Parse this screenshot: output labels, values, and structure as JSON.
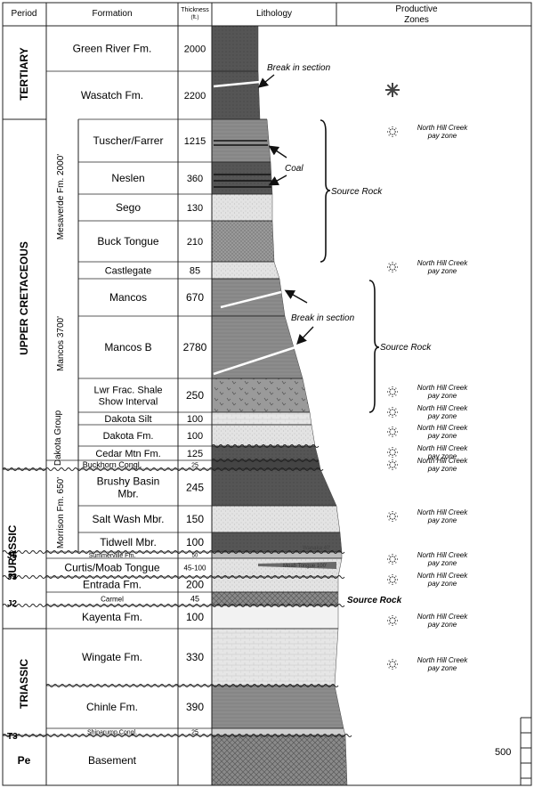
{
  "header": {
    "period": "Period",
    "formation": "Formation",
    "thickness_line1": "Thickness",
    "thickness_line2": "(ft.)",
    "lithology": "Lithology",
    "productive_line1": "Productive",
    "productive_line2": "Zones"
  },
  "periods": [
    {
      "label": "TERTIARY",
      "vertical": true
    },
    {
      "label": "UPPER CRETACEOUS",
      "vertical": true
    },
    {
      "label": "JURASSIC",
      "vertical": true
    },
    {
      "label": "TRIASSIC",
      "vertical": true
    },
    {
      "label": "Pe",
      "vertical": false
    }
  ],
  "groups": [
    {
      "label": "Mesaverde Fm. 2000'"
    },
    {
      "label": "Mancos 3700'"
    },
    {
      "label": "Dakota Group"
    },
    {
      "label": "Morrison Fm. 650'"
    }
  ],
  "unconformities": [
    "J5",
    "J3",
    "J2",
    "T3"
  ],
  "formations": [
    {
      "name": "Green River Fm.",
      "thickness": "2000"
    },
    {
      "name": "Wasatch Fm.",
      "thickness": "2200"
    },
    {
      "name": "Tuscher/Farrer",
      "thickness": "1215"
    },
    {
      "name": "Neslen",
      "thickness": "360"
    },
    {
      "name": "Sego",
      "thickness": "130"
    },
    {
      "name": "Buck Tongue",
      "thickness": "210"
    },
    {
      "name": "Castlegate",
      "thickness": "85"
    },
    {
      "name": "Mancos",
      "thickness": "670"
    },
    {
      "name": "Mancos B",
      "thickness": "2780"
    },
    {
      "name": "Lwr Frac. Shale Show Interval",
      "thickness": "250"
    },
    {
      "name": "Dakota Silt",
      "thickness": "100"
    },
    {
      "name": "Dakota Fm.",
      "thickness": "100"
    },
    {
      "name": "Cedar Mtn Fm.",
      "thickness": "125"
    },
    {
      "name": "Buckhorn Congl.",
      "thickness": "25"
    },
    {
      "name": "Brushy Basin Mbr.",
      "thickness": "245"
    },
    {
      "name": "Salt Wash Mbr.",
      "thickness": "150"
    },
    {
      "name": "Tidwell Mbr.",
      "thickness": "100"
    },
    {
      "name": "Summerville Fm.",
      "thickness": "50"
    },
    {
      "name": "Curtis/Moab Tongue",
      "thickness": "45-100"
    },
    {
      "name": "Entrada Fm.",
      "thickness": "200"
    },
    {
      "name": "Carmel",
      "thickness": "45"
    },
    {
      "name": "Kayenta Fm.",
      "thickness": "100"
    },
    {
      "name": "Wingate Fm.",
      "thickness": "330"
    },
    {
      "name": "Chinle Fm.",
      "thickness": "390"
    },
    {
      "name": "Shinarump Congl.",
      "thickness": "25"
    },
    {
      "name": "Basement",
      "thickness": ""
    }
  ],
  "annotations": {
    "break1": "Break in section",
    "coal": "Coal",
    "source_rock_1": "Source Rock",
    "break2": "Break in section",
    "source_rock_2": "Source Rock",
    "source_rock_3": "Source Rock",
    "wanaka": "Wanaka 40'",
    "moab_tongue": "Moab Tongue 100'"
  },
  "pay_zone": {
    "line1": "North Hill Creek",
    "line2": "pay zone",
    "count": 12
  },
  "scale": {
    "label": "500"
  },
  "colors": {
    "grid": "#222222",
    "dark_rock": "#555555",
    "mid_rock": "#8a8a8a",
    "light_rock": "#d8d8d8",
    "pale_rock": "#ececec",
    "accent_dark": "#333333"
  }
}
